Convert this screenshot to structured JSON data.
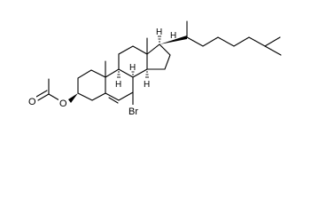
{
  "structure": {
    "atom_labels": {
      "carbonyl_oxygen": "O",
      "ester_oxygen": "O",
      "bromine": "Br"
    },
    "stereo_hydrogens": [
      "H",
      "H",
      "H",
      "H",
      "H"
    ]
  }
}
